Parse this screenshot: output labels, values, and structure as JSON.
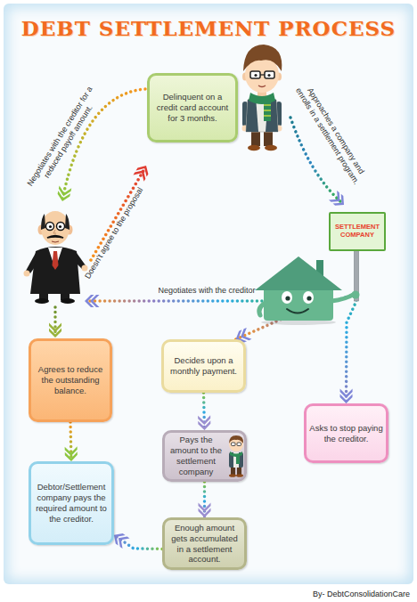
{
  "diagram": {
    "title": "DEBT SETTLEMENT PROCESS",
    "nodes": [
      {
        "text": [
          "Delinquent on a credit card account for 3 months."
        ]
      },
      {
        "text": [
          "SETTLEMENT COMPANY"
        ]
      },
      {
        "text": [
          "Agrees to reduce the outstanding balance."
        ]
      },
      {
        "text": [
          "Decides upon a monthly payment."
        ]
      },
      {
        "text": [
          "Asks to stop paying the creditor."
        ]
      },
      {
        "text": [
          "Pays the amount to the settlement company"
        ]
      },
      {
        "text": [
          "Debtor/Settlement company pays the required amount to the creditor."
        ]
      },
      {
        "text": [
          "Enough amount gets accumulated in a settlement account."
        ]
      }
    ],
    "edges": [
      {
        "from": 1,
        "to": 3,
        "arrow": "to"
      },
      {
        "from": 1,
        "to": 4,
        "arrow": "to"
      },
      {
        "from": 3,
        "to": 5,
        "arrow": "to"
      },
      {
        "from": 5,
        "to": 7,
        "arrow": "to"
      },
      {
        "from": 7,
        "to": 6,
        "arrow": "to"
      },
      {
        "from": 2,
        "to": 6,
        "arrow": "to"
      }
    ],
    "labels": [
      "Negotiates with the creditor for a reduced payoff amount.",
      "Approaches a company and enrolls in a settlement program.",
      "Doesn't agree to the proposal",
      "Negotiates with the creditor",
      "By- DebtConsolidationCare"
    ]
  }
}
